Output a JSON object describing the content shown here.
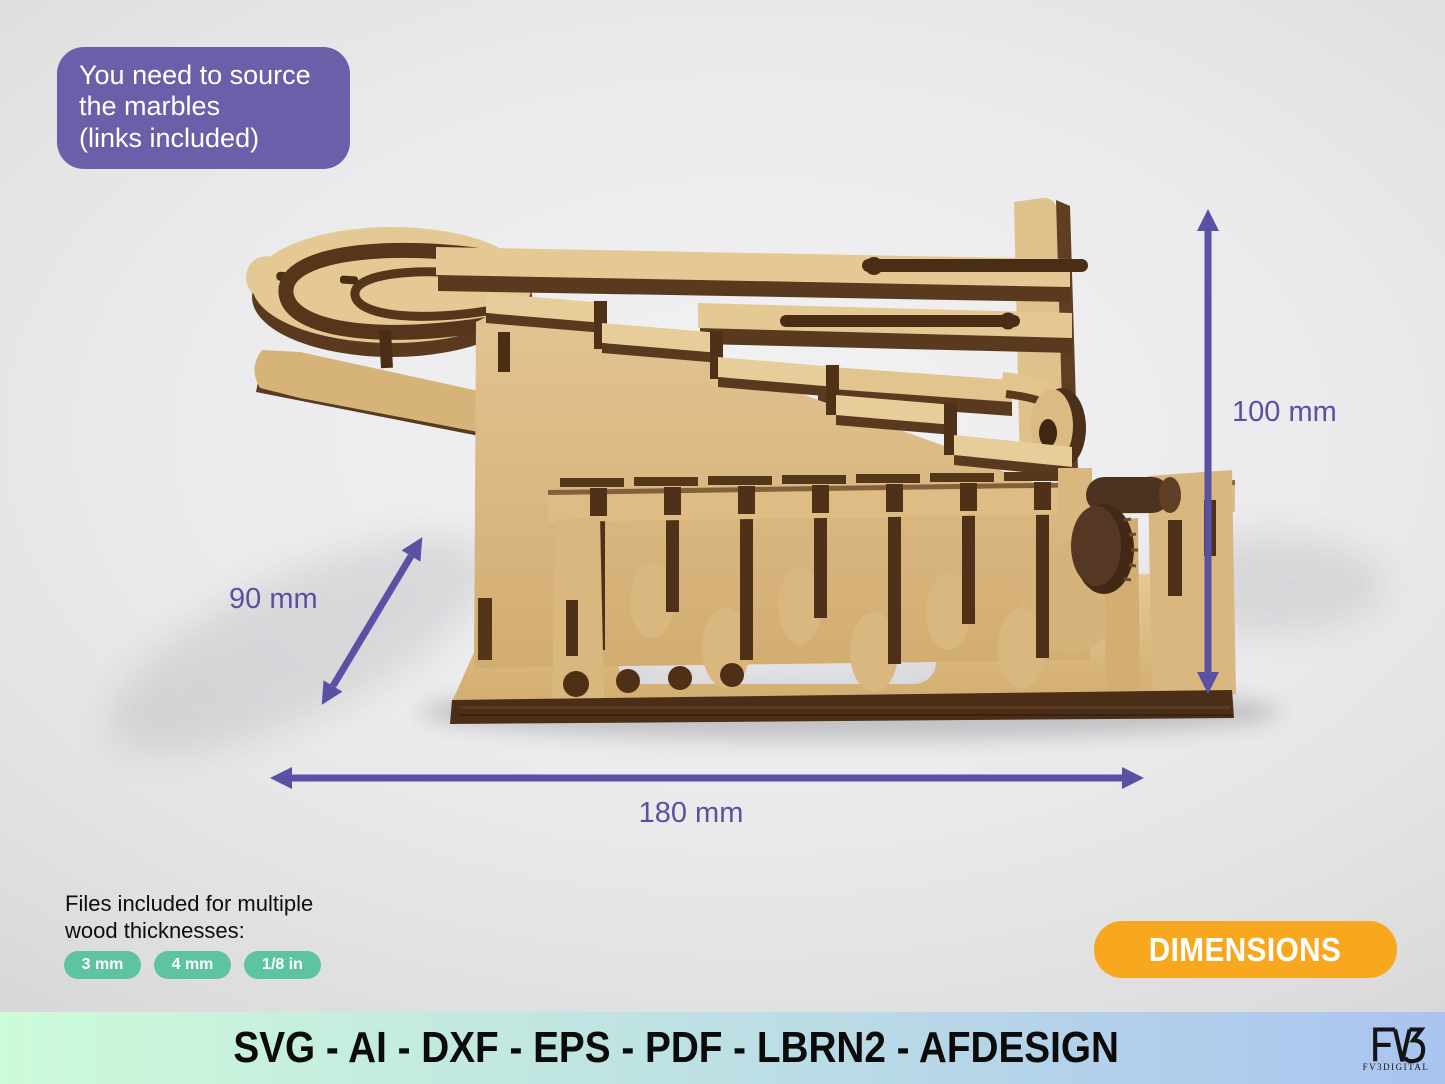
{
  "note_box": {
    "text": "You need to source\nthe marbles\n(links included)"
  },
  "dimensions": {
    "height": "100 mm",
    "depth": "90 mm",
    "width": "180 mm"
  },
  "files_note": {
    "text": "Files included for multiple\nwood thicknesses:"
  },
  "thickness_pills": [
    "3 mm",
    "4 mm",
    "1/8 in"
  ],
  "dimensions_button": {
    "label": "DIMENSIONS"
  },
  "formats_bar": {
    "text": "SVG - AI - DXF - EPS - PDF - LBRN2 - AFDESIGN"
  },
  "logo": {
    "mark": "FV3",
    "name": "FV3DIGITAL"
  },
  "colors": {
    "accent_purple": "#5a50a4",
    "note_purple": "#6a60a9",
    "pill_green": "#5ec3a3",
    "button_orange": "#f7a81f",
    "bar_green": "#ccfbd9",
    "bar_blue": "#a9c4f0",
    "wood_light": "#e0c08c",
    "wood_dark": "#5e3c22",
    "text_dark": "#111111",
    "text_white": "#ffffff"
  }
}
